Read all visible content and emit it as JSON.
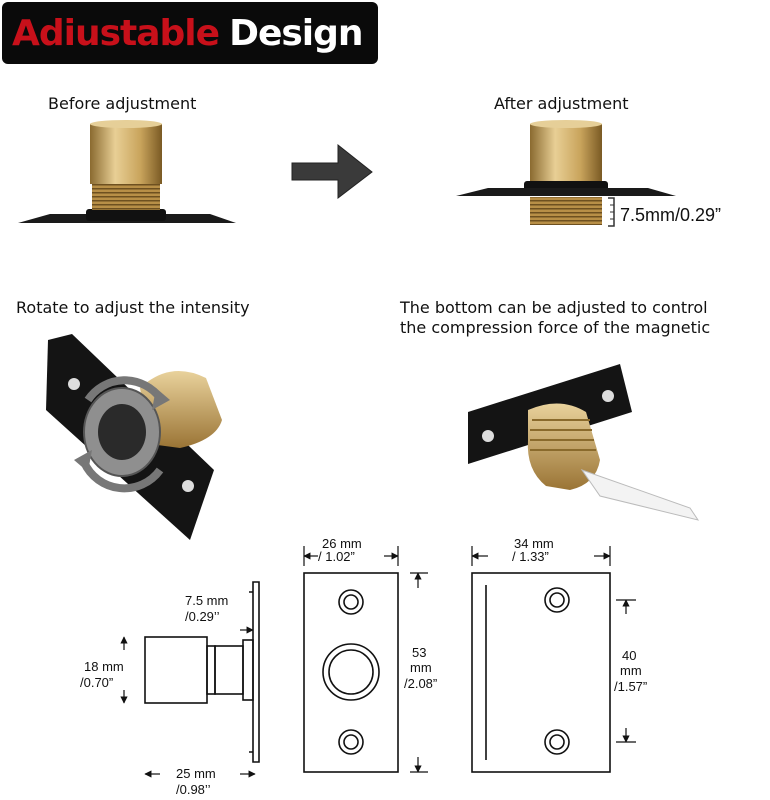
{
  "banner": {
    "word1": "Adiustable",
    "word2": "Design"
  },
  "labels": {
    "before": "Before adjustment",
    "after": "After adjustment",
    "rotate": "Rotate to adjust the intensity",
    "bottom_line1": "The bottom can be adjusted to control",
    "bottom_line2": "the compression force of the magnetic"
  },
  "measure": {
    "after_extension": "7.5mm/0.29”"
  },
  "dimensions": {
    "side_offset_mm": "7.5 mm",
    "side_offset_in": "/0.29’’",
    "diameter_mm": "18  mm",
    "diameter_in": "/0.70”",
    "depth_mm": "25 mm",
    "depth_in": "/0.98’’",
    "plate_width_mm": "26  mm",
    "plate_width_in": "/ 1.02”",
    "plate_height_mm1": "53",
    "plate_height_mm2": "mm",
    "plate_height_in": "/2.08”",
    "back_width_mm": "34  mm",
    "back_width_in": "/ 1.33”",
    "hole_spacing_mm1": "40",
    "hole_spacing_mm2": "mm",
    "hole_spacing_in": "/1.57”"
  },
  "colors": {
    "brass": "#c9a45c",
    "black_plate": "#1a1a1a",
    "banner_red": "#c8101a"
  }
}
